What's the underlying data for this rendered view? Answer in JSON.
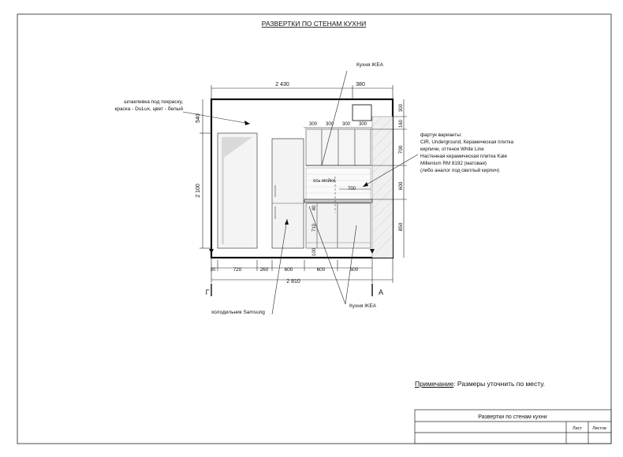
{
  "title": "РАЗВЕРТКИ ПО СТЕНАМ КУХНИ",
  "callouts": {
    "ikea_top": "Кухня IKEA",
    "paint_line1": "шпаклевка под покраску,",
    "paint_line2": "краска - DuLux, цвет - белый",
    "apron_line1": "фартук варианты:",
    "apron_line2": "CIR, Underground, Керамическая плитка",
    "apron_line3": "кирпичи, оттенок White Line",
    "apron_line4": "Настенная керамическая плитка Kale",
    "apron_line5": "Millenium RM 8192 (матовая)",
    "apron_line6": "(либо аналог под светлый кирпич)",
    "sink_axis": "ось мойки",
    "fridge": "холодильник Samsung",
    "ikea_bottom": "Кухня IKEA"
  },
  "dims": {
    "top_total": "2 430",
    "top_right": "380",
    "upper_1": "300",
    "upper_2": "300",
    "upper_3": "300",
    "upper_4": "300",
    "left_540": "540",
    "left_2100": "2 100",
    "right_300": "300",
    "right_160": "160",
    "right_700": "700",
    "right_600": "600",
    "right_850": "850",
    "sink_700": "700",
    "in_40": "40",
    "in_710": "710",
    "in_100": "100",
    "bot_30": "30",
    "bot_720": "720",
    "bot_260": "260",
    "bot_600a": "600",
    "bot_600b": "600",
    "bot_600c": "600",
    "bot_total": "2 810"
  },
  "section_left": "Г",
  "section_right": "А",
  "note": {
    "label": "Примечание",
    "text": ":  Размеры уточнить по месту."
  },
  "stamp": {
    "title": "Развертки по стенам кухни",
    "sheet": "Лист",
    "sheets": "Листов"
  }
}
